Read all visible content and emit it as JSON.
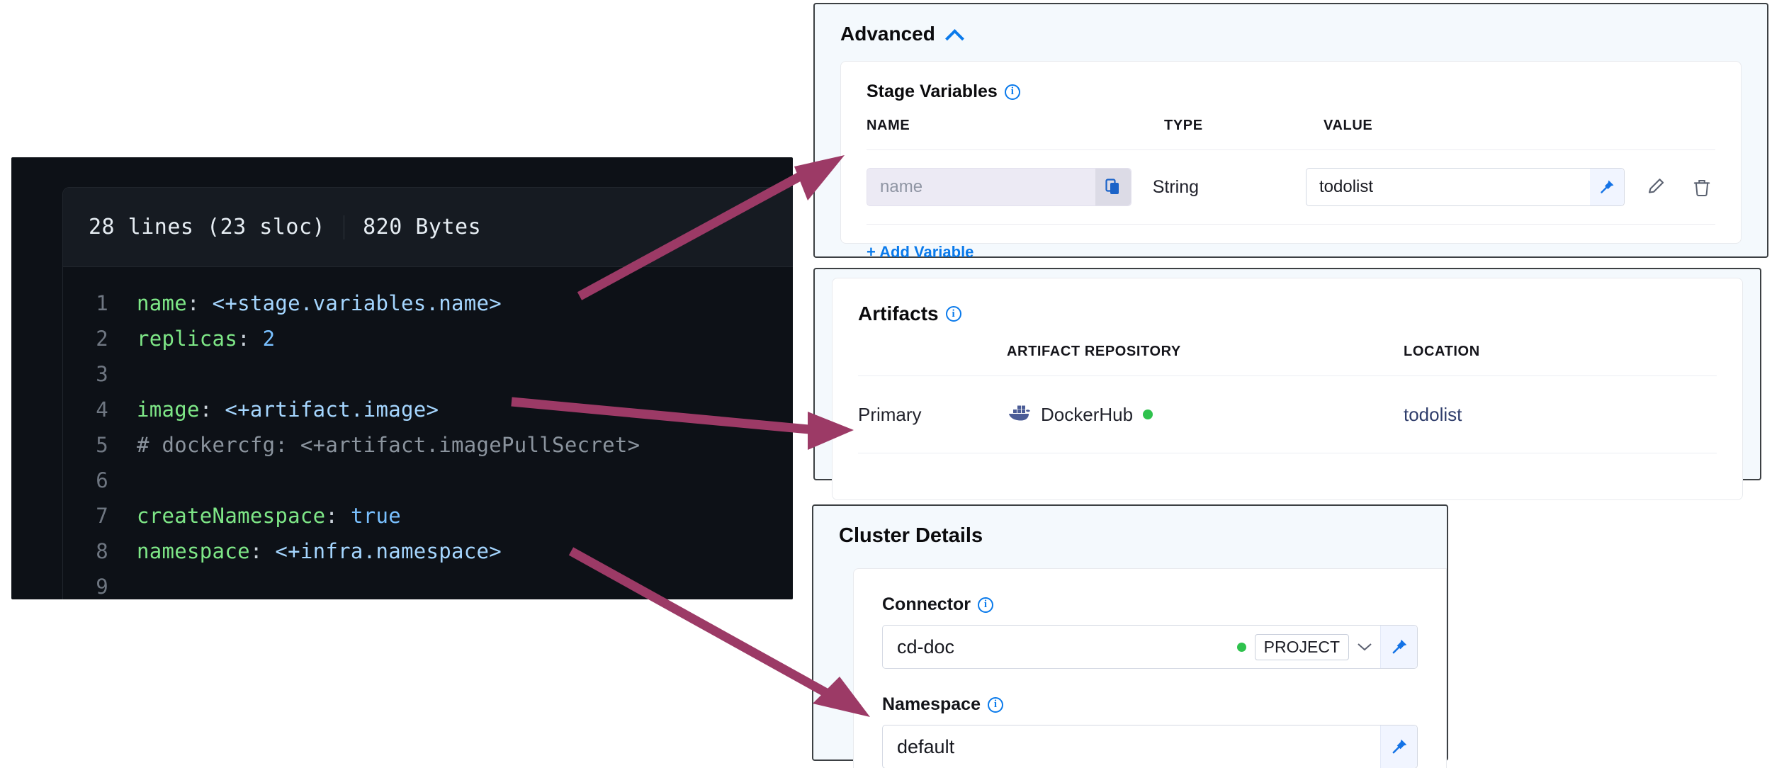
{
  "code_viewer": {
    "lines_info": "28 lines (23 sloc)",
    "size_info": "820 Bytes",
    "lines": [
      {
        "num": "1",
        "tokens": [
          {
            "t": "name",
            "c": "k-key"
          },
          {
            "t": ": ",
            "c": "k-punc"
          },
          {
            "t": "<+stage.variables.name>",
            "c": "k-expr"
          }
        ]
      },
      {
        "num": "2",
        "tokens": [
          {
            "t": "replicas",
            "c": "k-key"
          },
          {
            "t": ": ",
            "c": "k-punc"
          },
          {
            "t": "2",
            "c": "k-num"
          }
        ]
      },
      {
        "num": "3",
        "tokens": []
      },
      {
        "num": "4",
        "tokens": [
          {
            "t": "image",
            "c": "k-key"
          },
          {
            "t": ": ",
            "c": "k-punc"
          },
          {
            "t": "<+artifact.image>",
            "c": "k-expr"
          }
        ]
      },
      {
        "num": "5",
        "tokens": [
          {
            "t": "# dockercfg: <+artifact.imagePullSecret>",
            "c": "k-comm"
          }
        ]
      },
      {
        "num": "6",
        "tokens": []
      },
      {
        "num": "7",
        "tokens": [
          {
            "t": "createNamespace",
            "c": "k-key"
          },
          {
            "t": ": ",
            "c": "k-punc"
          },
          {
            "t": "true",
            "c": "k-bool"
          }
        ]
      },
      {
        "num": "8",
        "tokens": [
          {
            "t": "namespace",
            "c": "k-key"
          },
          {
            "t": ": ",
            "c": "k-punc"
          },
          {
            "t": "<+infra.namespace>",
            "c": "k-expr"
          }
        ]
      },
      {
        "num": "9",
        "tokens": []
      }
    ]
  },
  "advanced_panel": {
    "title": "Advanced",
    "collapse_icon": "chevron-up-icon",
    "stage_variables": {
      "title": "Stage Variables",
      "info_icon": "info-icon",
      "columns": [
        "NAME",
        "TYPE",
        "VALUE"
      ],
      "rows": [
        {
          "name_placeholder": "name",
          "name_value": "",
          "copy_icon": "copy-icon",
          "type": "String",
          "value": "todolist",
          "pin_icon": "pin-icon",
          "edit_icon": "pencil-icon",
          "delete_icon": "trash-icon"
        }
      ],
      "add_label": "+ Add Variable"
    }
  },
  "artifacts_panel": {
    "title": "Artifacts",
    "info_icon": "info-icon",
    "columns": [
      "",
      "ARTIFACT REPOSITORY",
      "LOCATION"
    ],
    "rows": [
      {
        "kind": "Primary",
        "repository": "DockerHub",
        "repository_icon": "docker-icon",
        "status_dot": "green",
        "location": "todolist"
      }
    ]
  },
  "cluster_panel": {
    "title": "Cluster Details",
    "connector": {
      "label": "Connector",
      "info_icon": "info-icon",
      "value": "cd-doc",
      "scope_tag": "PROJECT",
      "scope_dot": "green",
      "caret_icon": "chevron-down-icon",
      "pin_icon": "pin-icon"
    },
    "namespace": {
      "label": "Namespace",
      "info_icon": "info-icon",
      "value": "default",
      "pin_icon": "pin-icon"
    }
  },
  "annotations": {
    "arrow_color": "#9c3a66",
    "arrows": [
      {
        "name": "arrow-to-stage-variable-name",
        "from": "code-line-1",
        "to": "stage-variable-name-field"
      },
      {
        "name": "arrow-to-artifact-primary",
        "from": "code-line-4",
        "to": "artifact-primary-row"
      },
      {
        "name": "arrow-to-namespace-field",
        "from": "code-line-8",
        "to": "namespace-field"
      }
    ]
  },
  "colors": {
    "accent_blue": "#0a7aeb",
    "status_green": "#2fc24d",
    "panel_bg": "#f4f9fd",
    "code_bg": "#0d1117",
    "arrow": "#9c3a66"
  }
}
